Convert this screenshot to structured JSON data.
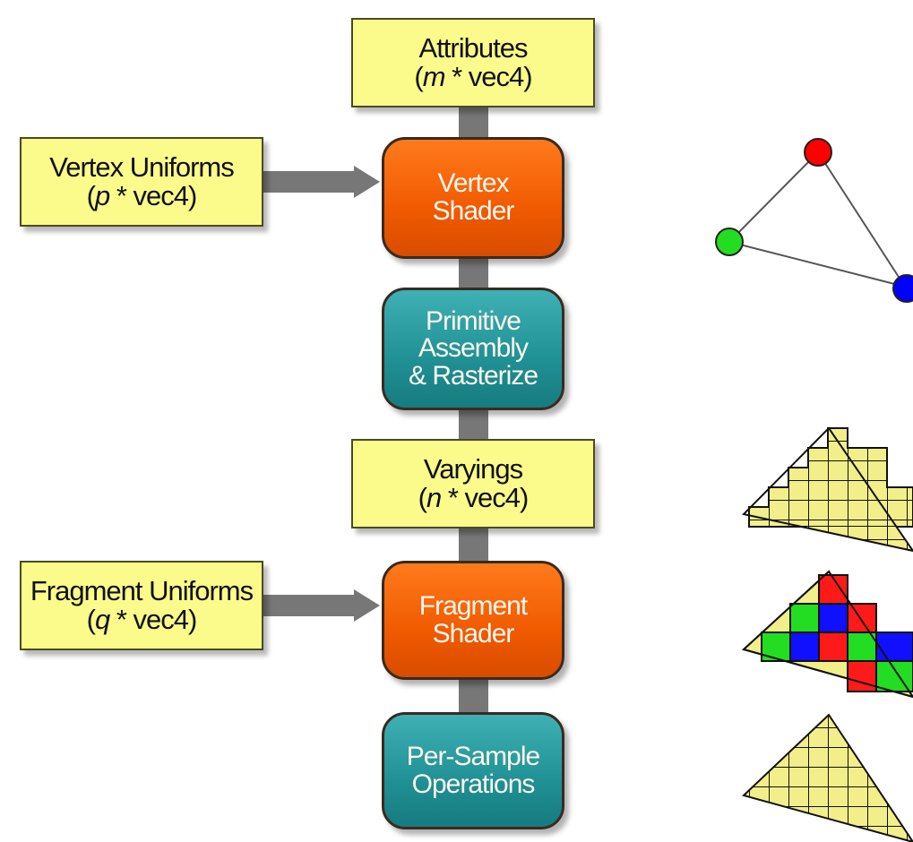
{
  "pipeline": {
    "attributes": {
      "line1": "Attributes",
      "var": "m",
      "rest": " * vec4)"
    },
    "vertex_uniforms": {
      "line1": "Vertex Uniforms",
      "var": "p",
      "rest": " * vec4)"
    },
    "vertex_shader": {
      "line1": "Vertex",
      "line2": "Shader"
    },
    "primitive_assembly": {
      "line1": "Primitive",
      "line2": "Assembly",
      "line3": "& Rasterize"
    },
    "varyings": {
      "line1": "Varyings",
      "var": "n",
      "rest": " * vec4)"
    },
    "fragment_uniforms": {
      "line1": "Fragment Uniforms",
      "var": "q",
      "rest": " * vec4)"
    },
    "fragment_shader": {
      "line1": "Fragment",
      "line2": "Shader"
    },
    "per_sample": {
      "line1": "Per-Sample",
      "line2": "Operations"
    }
  },
  "colors": {
    "input_box": "#fbfb8c",
    "shader_stage": "#f26200",
    "fixed_stage": "#2a9a9e",
    "connector": "#777777",
    "vertex_red": "#ff0000",
    "vertex_green": "#22dd22",
    "vertex_blue": "#0000ff",
    "fragment_fill": "#f2ee8a"
  },
  "illustrations": {
    "triangle_vertices": [
      "red",
      "green",
      "blue"
    ],
    "fragment_color_grid": [
      [
        "",
        "",
        "R",
        "",
        ""
      ],
      [
        "",
        "G",
        "B",
        "R",
        ""
      ],
      [
        "G",
        "B",
        "R",
        "G",
        "B"
      ],
      [
        "",
        "",
        "",
        "R",
        "G"
      ]
    ]
  }
}
